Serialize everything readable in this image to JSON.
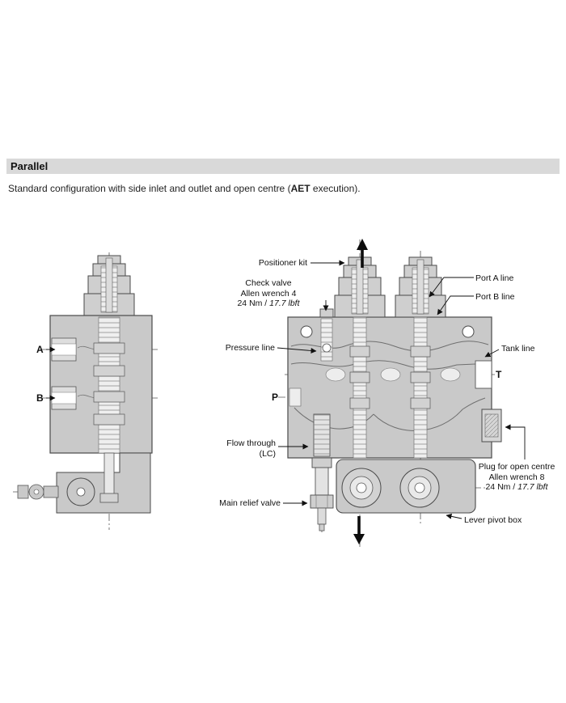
{
  "page": {
    "section_title": "Parallel",
    "description": {
      "prefix": "Standard configuration with side inlet and outlet and open centre (",
      "bold": "AET",
      "suffix": " execution)."
    }
  },
  "colors": {
    "header_bar_bg": "#d9d9d9",
    "valve_body_fill": "#c9c9c9",
    "outline": "#4a4a4a",
    "text": "#111111"
  },
  "left_view": {
    "port_a": "A",
    "port_b": "B"
  },
  "right_view": {
    "positioner_kit": "Positioner kit",
    "check_valve": {
      "line1": "Check valve",
      "line2": "Allen wrench 4",
      "torque_normal": "24 Nm / ",
      "torque_italic": "17.7 lbft"
    },
    "port_a_line": "Port A line",
    "port_b_line": "Port B line",
    "pressure_line": "Pressure line",
    "tank_line": "Tank line",
    "port_t": "T",
    "port_p": "P",
    "flow_through_line1": "Flow through",
    "flow_through_line2": "(LC)",
    "main_relief_valve": "Main relief valve",
    "plug": {
      "line1": "Plug for open centre",
      "line2": "Allen wrench 8",
      "torque_normal": "24 Nm / ",
      "torque_italic": "17.7 lbft"
    },
    "lever_pivot_box": "Lever pivot box"
  }
}
